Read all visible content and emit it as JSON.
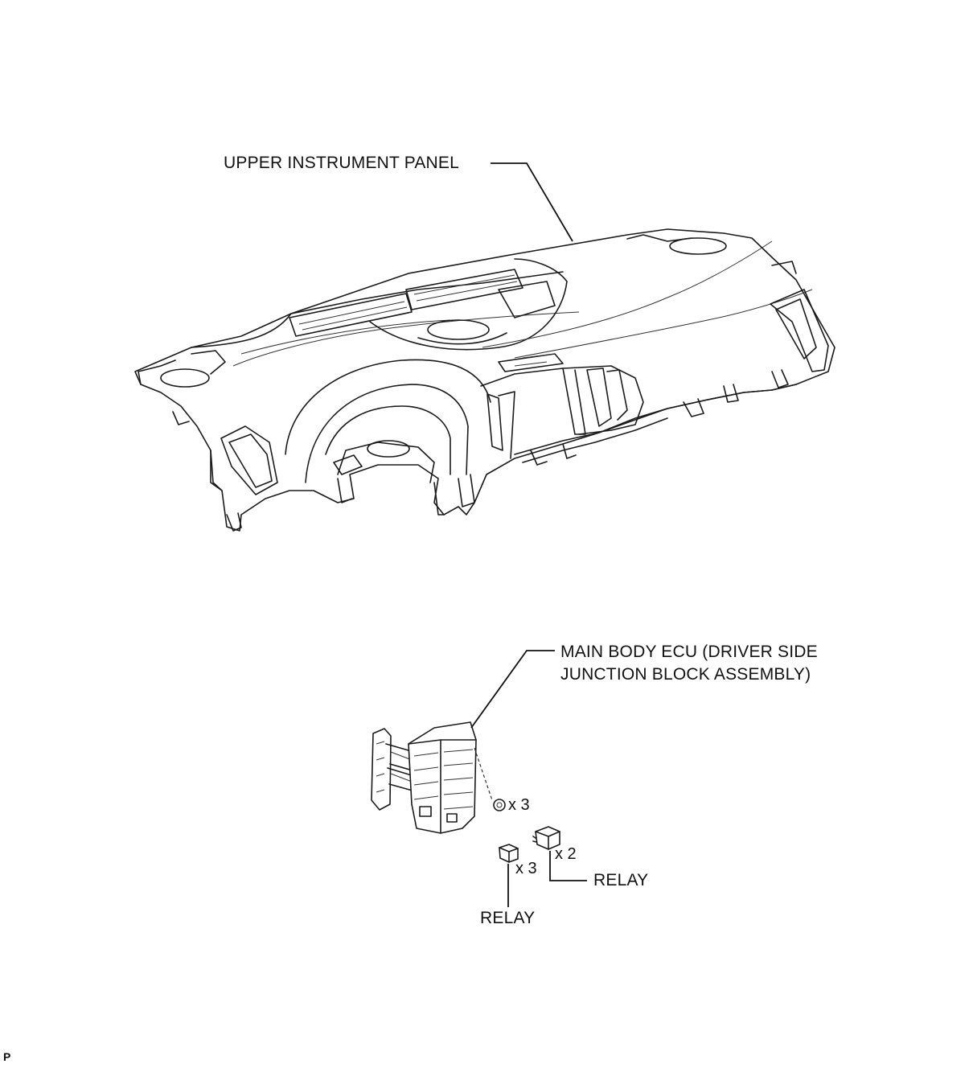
{
  "labels": {
    "upper_panel": "UPPER INSTRUMENT PANEL",
    "ecu_line1": "MAIN BODY ECU (DRIVER SIDE",
    "ecu_line2": "JUNCTION BLOCK ASSEMBLY)",
    "relay_right": "RELAY",
    "relay_left": "RELAY",
    "qty_nut": "x 3",
    "qty_relay_right": "x 2",
    "qty_relay_left": "x 3",
    "corner_mark": "P"
  }
}
